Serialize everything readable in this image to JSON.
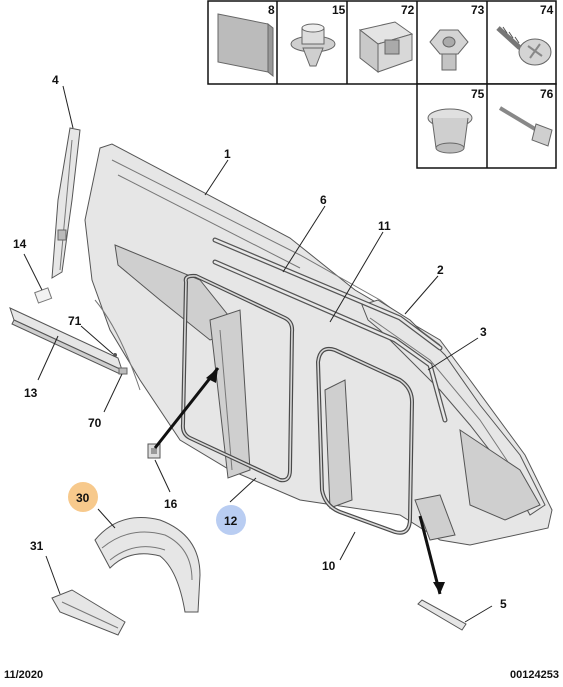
{
  "references": {
    "part_1": "1",
    "part_2": "2",
    "part_3": "3",
    "part_4": "4",
    "part_5": "5",
    "part_6": "6",
    "part_8": "8",
    "part_10": "10",
    "part_11": "11",
    "part_12": "12",
    "part_13": "13",
    "part_14": "14",
    "part_15": "15",
    "part_16": "16",
    "part_30": "30",
    "part_31": "31",
    "part_70": "70",
    "part_71": "71",
    "part_72": "72",
    "part_73": "73",
    "part_74": "74",
    "part_75": "75",
    "part_76": "76"
  },
  "highlights": {
    "part_30_color": "#f7c98c",
    "part_12_color": "#b9cdf2"
  },
  "footer": {
    "date": "11/2020",
    "diagram_code": "00124253"
  }
}
